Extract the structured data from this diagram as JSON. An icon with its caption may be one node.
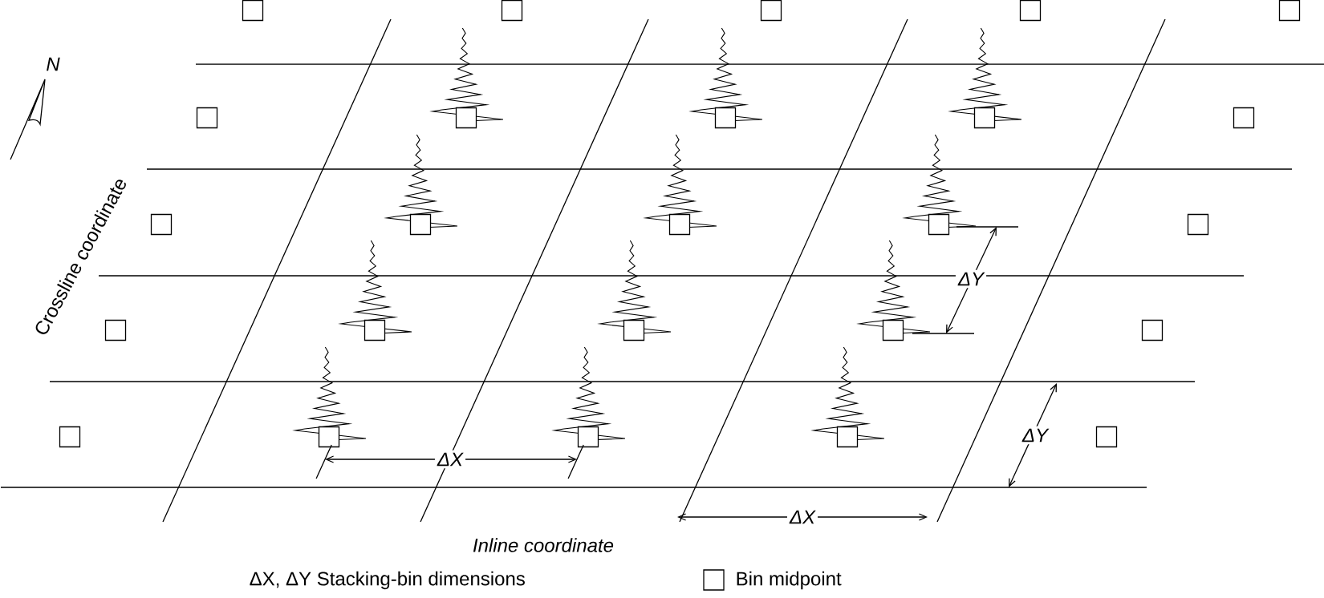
{
  "diagram": {
    "labels": [
      "N",
      "Crossline coordinate",
      "ΔY",
      "ΔY",
      "ΔX",
      "ΔX",
      "Inline coordinate",
      "ΔX, ΔY  Stacking-bin dimensions"
    ],
    "legend": [
      {
        "text": "Bin midpoint"
      }
    ]
  }
}
